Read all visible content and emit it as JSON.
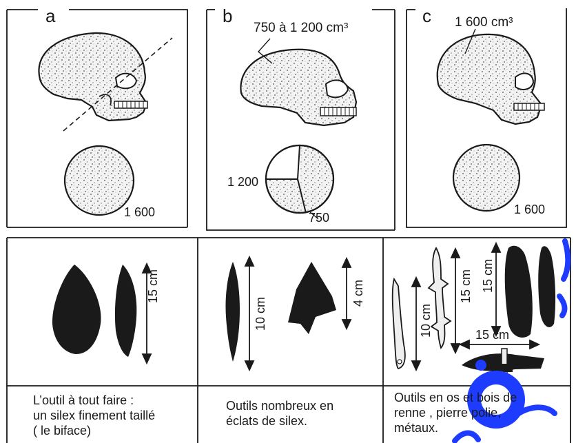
{
  "skulls": [
    {
      "letter": "a",
      "volume": "",
      "circle_label": "1 600"
    },
    {
      "letter": "b",
      "volume": "750 à 1 200 cm³",
      "circle_labels": [
        "1 200",
        "750"
      ]
    },
    {
      "letter": "c",
      "volume": "1 600 cm³",
      "circle_label": "1 600"
    }
  ],
  "tools": [
    {
      "dimension": "15 cm",
      "caption_lines": [
        "L’outil à tout faire :",
        "un silex finement taillé",
        "( le biface)"
      ]
    },
    {
      "dimensions": [
        "10 cm",
        "4 cm"
      ],
      "caption_lines": [
        "Outils nombreux en",
        "éclats de silex."
      ]
    },
    {
      "dimensions": [
        "10 cm",
        "15 cm",
        "15 cm",
        "15 cm"
      ],
      "caption_lines": [
        "Outils en os et bois de",
        "renne , pierre polie,",
        "métaux."
      ]
    }
  ],
  "colors": {
    "ink": "#1a1a1a",
    "stipple": "#7a7a7a",
    "watermark": "#1e3cff"
  }
}
